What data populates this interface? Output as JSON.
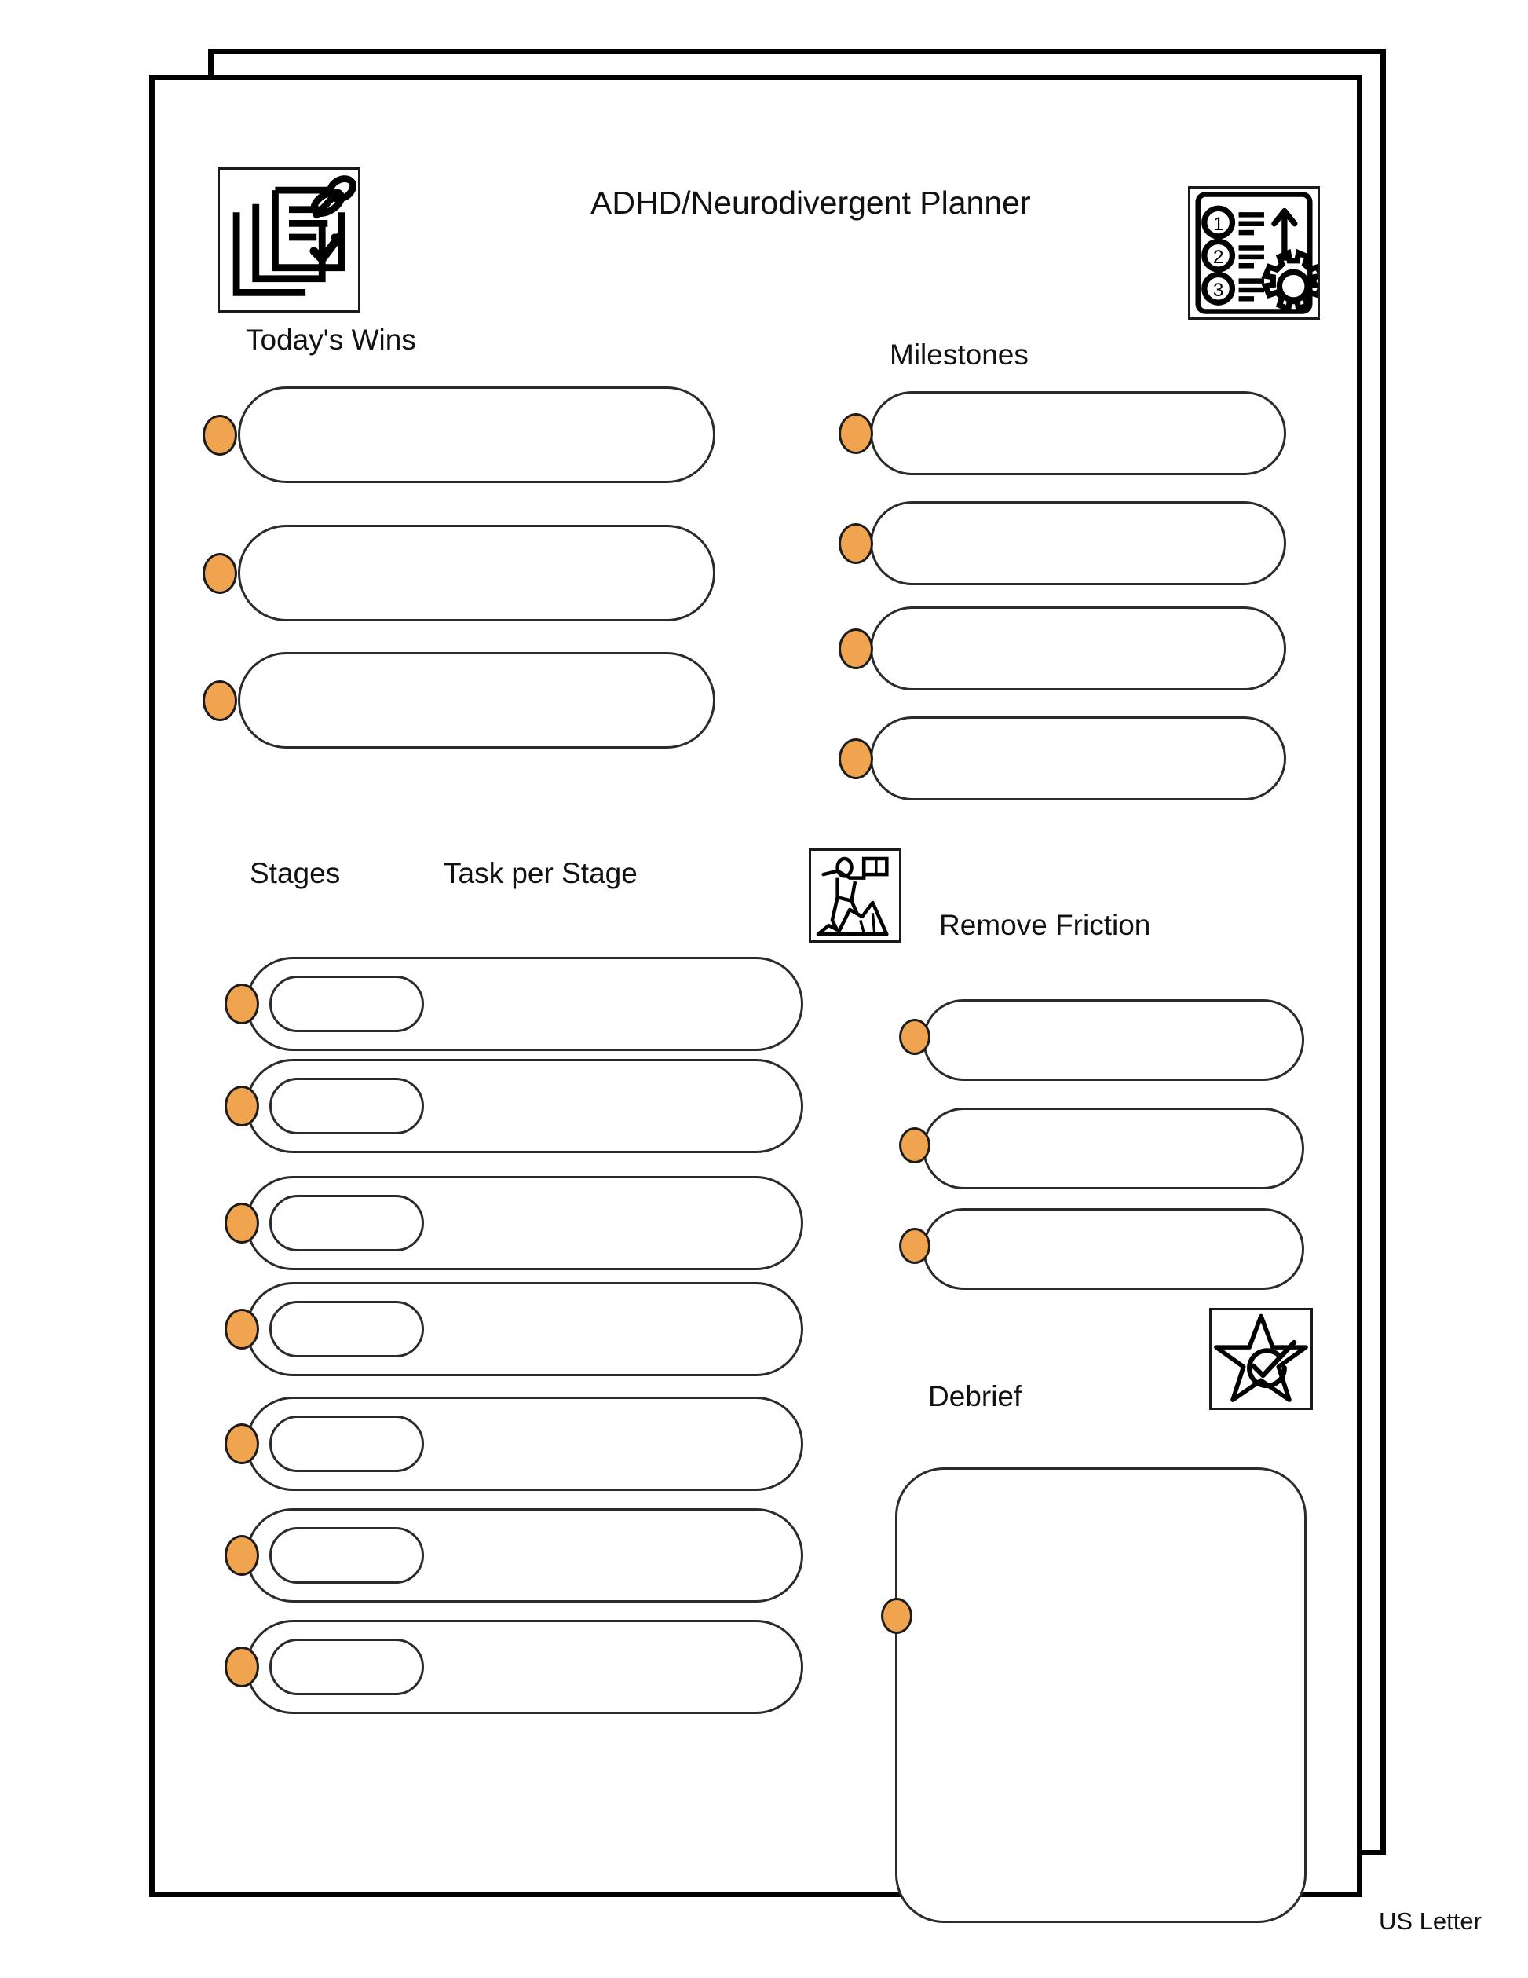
{
  "document": {
    "title": "ADHD/Neurodivergent Planner",
    "paper_size_label": "US Letter",
    "accent_color": "#F0A450",
    "line_color": "#2b2b2b",
    "page_border_color": "#000000",
    "background_color": "#ffffff"
  },
  "sections": {
    "todays_wins": {
      "heading": "Today's Wins",
      "icon": "clipboard-checklist-pin-icon",
      "field_count": 3,
      "fields": [
        {
          "value": "",
          "placeholder": ""
        },
        {
          "value": "",
          "placeholder": ""
        },
        {
          "value": "",
          "placeholder": ""
        }
      ]
    },
    "milestones": {
      "heading": "Milestones",
      "icon": "numbered-list-gear-icon",
      "field_count": 4,
      "fields": [
        {
          "value": "",
          "placeholder": ""
        },
        {
          "value": "",
          "placeholder": ""
        },
        {
          "value": "",
          "placeholder": ""
        },
        {
          "value": "",
          "placeholder": ""
        }
      ]
    },
    "stages": {
      "heading_stages": "Stages",
      "heading_tasks": "Task per Stage",
      "icon": "mountain-climber-flag-icon",
      "row_count": 7,
      "rows": [
        {
          "stage": "",
          "task": ""
        },
        {
          "stage": "",
          "task": ""
        },
        {
          "stage": "",
          "task": ""
        },
        {
          "stage": "",
          "task": ""
        },
        {
          "stage": "",
          "task": ""
        },
        {
          "stage": "",
          "task": ""
        },
        {
          "stage": "",
          "task": ""
        }
      ]
    },
    "remove_friction": {
      "heading": "Remove Friction",
      "field_count": 3,
      "fields": [
        {
          "value": "",
          "placeholder": ""
        },
        {
          "value": "",
          "placeholder": ""
        },
        {
          "value": "",
          "placeholder": ""
        }
      ]
    },
    "debrief": {
      "heading": "Debrief",
      "icon": "star-check-icon",
      "value": "",
      "placeholder": ""
    }
  }
}
